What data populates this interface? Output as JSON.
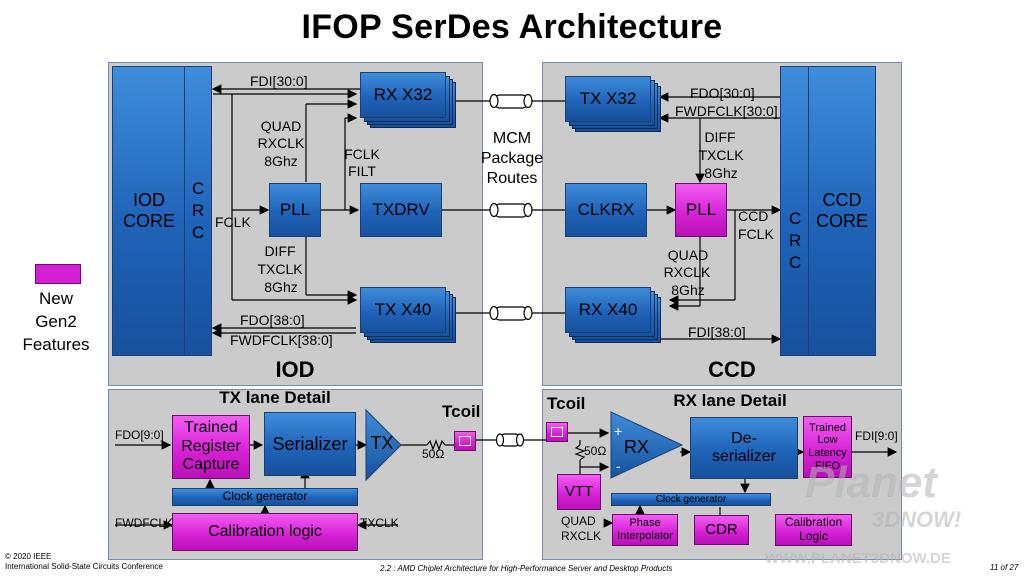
{
  "title": "IFOP SerDes Architecture",
  "iod": {
    "label": "IOD",
    "core": "IOD CORE",
    "crc": "CRC",
    "pll": "PLL",
    "txdrv": "TXDRV",
    "rx32": "RX X32",
    "tx40": "TX X40",
    "fdi": "FDI[30:0]",
    "quad": "QUAD",
    "rxclk": "RXCLK",
    "ghz1": "8Ghz",
    "fclk_filt_1": "FCLK",
    "fclk_filt_2": "FILT",
    "fclk": "FCLK",
    "diff": "DIFF",
    "txclk": "TXCLK",
    "ghz2": "8Ghz",
    "fdo": "FDO[38:0]",
    "fwdfclk": "FWDFCLK[38:0]"
  },
  "mcm": {
    "l1": "MCM",
    "l2": "Package",
    "l3": "Routes"
  },
  "ccd": {
    "label": "CCD",
    "core": "CCD CORE",
    "crc": "CRC",
    "tx32": "TX X32",
    "clkrx": "CLKRX",
    "pll": "PLL",
    "rx40": "RX X40",
    "fdo": "FDO[30:0]",
    "fwdfclk": "FWDFCLK[30:0]",
    "diff": "DIFF",
    "txclk": "TXCLK",
    "ghz1": "8Ghz",
    "ccd_lbl": "CCD",
    "fclk": "FCLK",
    "quad": "QUAD",
    "rxclk": "RXCLK",
    "ghz2": "8Ghz",
    "fdi": "FDI[38:0]"
  },
  "legend": {
    "l1": "New",
    "l2": "Gen2",
    "l3": "Features",
    "swatch": "#d51fd5"
  },
  "tx_detail": {
    "title": "TX lane Detail",
    "fdo": "FDO[9:0]",
    "trained": "Trained Register Capture",
    "serializer": "Serializer",
    "tx": "TX",
    "res": "50Ω",
    "clockgen": "Clock generator",
    "fwdfclk": "FWDFCLK",
    "calib": "Calibration logic",
    "txclk": "TXCLK"
  },
  "tcoil_left": "Tcoil",
  "tcoil_right": "Tcoil",
  "rx_detail": {
    "title": "RX lane Detail",
    "plus": "+",
    "minus": "-",
    "rx": "RX",
    "res": "50Ω",
    "deser_1": "De-",
    "deser_2": "serializer",
    "fifo": "Trained Low Latency FIFO",
    "fdi": "FDI[9:0]",
    "vtt": "VTT",
    "clockgen": "Clock generator",
    "quad": "QUAD",
    "rxclk": "RXCLK",
    "phase": "Phase Interpolator",
    "cdr": "CDR",
    "calib": "Calibration Logic"
  },
  "footer": {
    "copyright": "© 2020 IEEE",
    "conf": "International Solid-State Circuits Conference",
    "paper": "2.2 : AMD Chiplet Architecture for High-Performance Server and Desktop Products",
    "page": "11 of 27"
  },
  "watermark": {
    "brand": "Planet",
    "sub": "3DNOW!",
    "url": "WWW.PLANET3DNOW.DE"
  },
  "colors": {
    "blue": "#1f63b8",
    "magenta": "#d51fd5",
    "panel": "#cbcbcb",
    "border": "#6e8db5"
  }
}
